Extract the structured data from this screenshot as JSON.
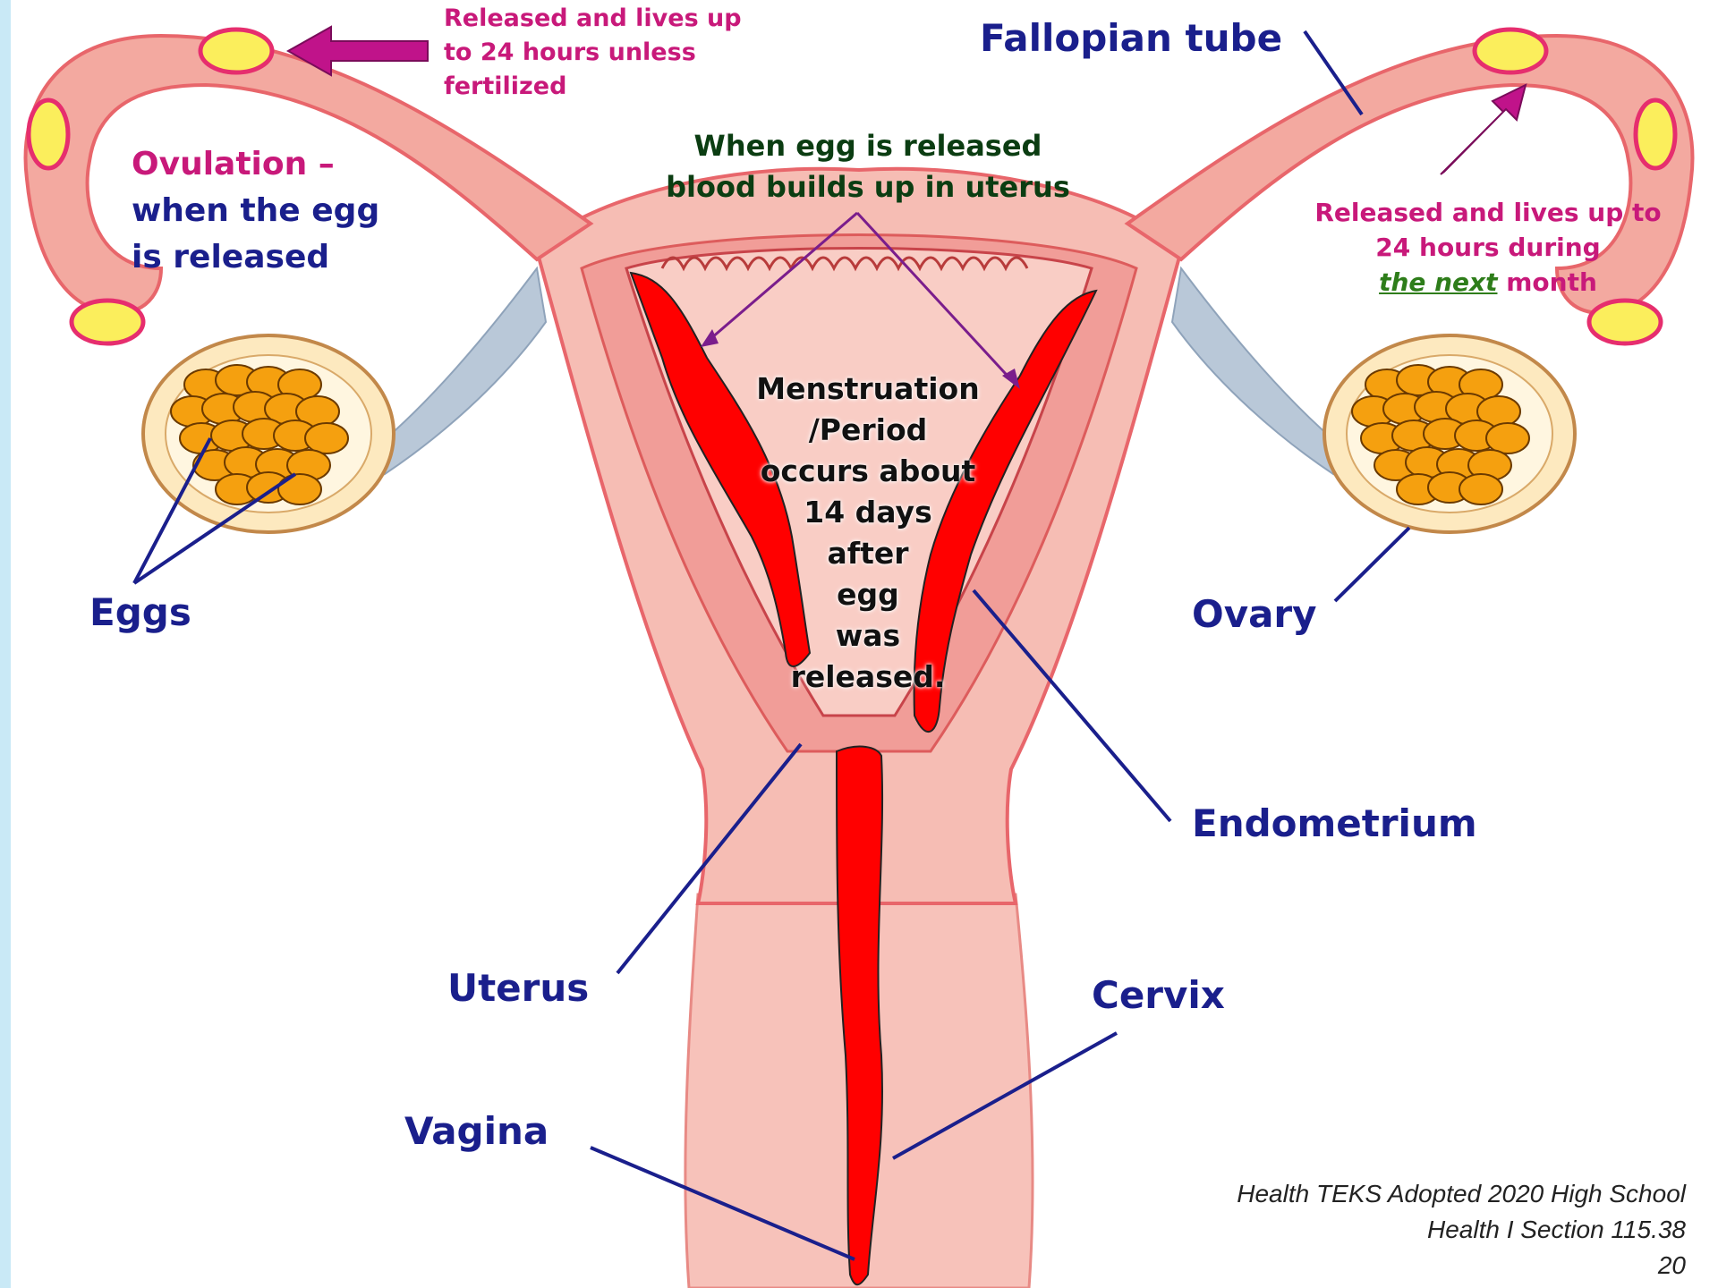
{
  "labels": {
    "fallopian_tube": "Fallopian tube",
    "released_left": [
      "Released and lives up",
      "to 24 hours unless",
      "fertilized"
    ],
    "ovulation": [
      "Ovulation –",
      "when the egg",
      "is released"
    ],
    "when_egg": [
      "When egg is released",
      "blood builds up in uterus"
    ],
    "released_right_line1": "Released and lives up to",
    "released_right_line2": "24 hours during",
    "released_right_emph": "the next",
    "released_right_tail": " month",
    "menstruation": [
      "Menstruation",
      "/Period",
      "occurs about",
      "14 days",
      "after",
      "egg",
      "was",
      "released."
    ],
    "eggs": "Eggs",
    "ovary": "Ovary",
    "endometrium": "Endometrium",
    "uterus": "Uterus",
    "cervix": "Cervix",
    "vagina": "Vagina"
  },
  "footer": [
    "Health TEKS Adopted 2020 High School",
    "Health I Section 115.38",
    "20"
  ],
  "colors": {
    "tissue": "#f6b8b0",
    "tissue_edge": "#e8666b",
    "blood": "#ff0000",
    "egg": "#f5a00f",
    "ovum_yellow": "#fbee5c",
    "arrow_magenta": "#c0138a",
    "label_navy": "#1a1f8c",
    "label_magenta": "#c8197a"
  }
}
